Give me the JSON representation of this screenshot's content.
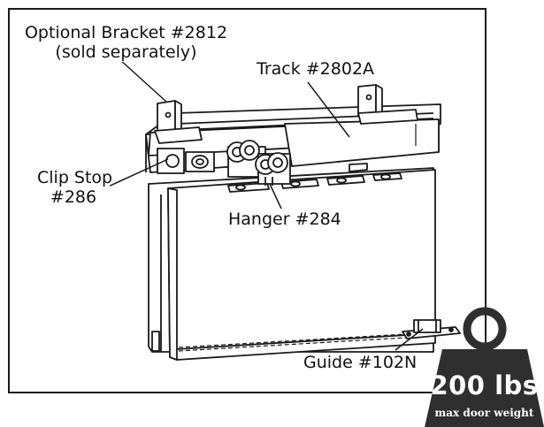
{
  "labels": {
    "bracket_line1": "Optional Bracket #2812",
    "bracket_line2": "(sold separately)",
    "track": "Track #2802A",
    "clip_stop_line1": "Clip Stop",
    "clip_stop_line2": "#286",
    "hanger": "Hanger #284",
    "guide": "Guide #102N"
  },
  "weight_badge": {
    "value": "200 lbs",
    "caption": "max door weight",
    "color": "#2f2f2f"
  }
}
